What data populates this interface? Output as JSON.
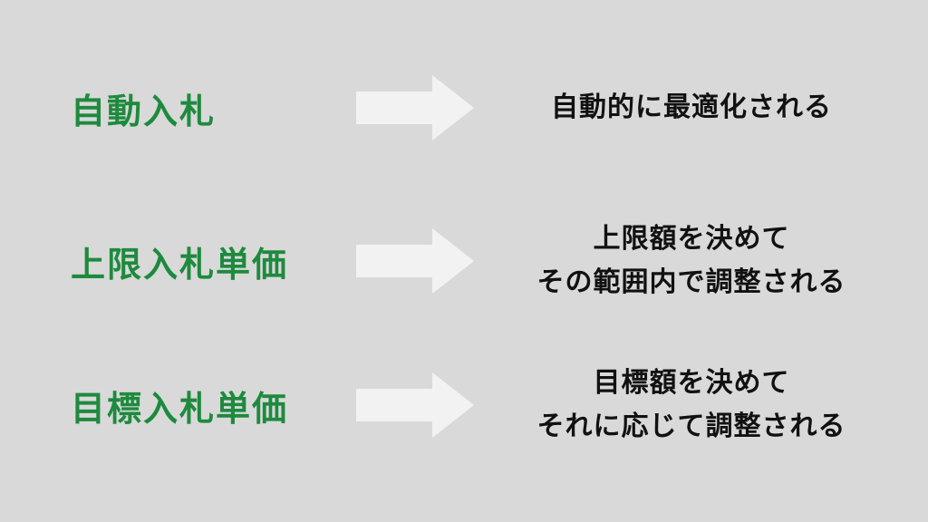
{
  "colors": {
    "background": "#d9d9d9",
    "term_text": "#1e8a3e",
    "description_text": "#111111",
    "arrow_fill": "#f2f2f2"
  },
  "rows": [
    {
      "term": "自動入札",
      "description_lines": [
        "自動的に最適化される"
      ]
    },
    {
      "term": "上限入札単価",
      "description_lines": [
        "上限額を決めて",
        "その範囲内で調整される"
      ]
    },
    {
      "term": "目標入札単価",
      "description_lines": [
        "目標額を決めて",
        "それに応じて調整される"
      ]
    }
  ],
  "icons": {
    "arrow": "right-arrow-icon"
  }
}
